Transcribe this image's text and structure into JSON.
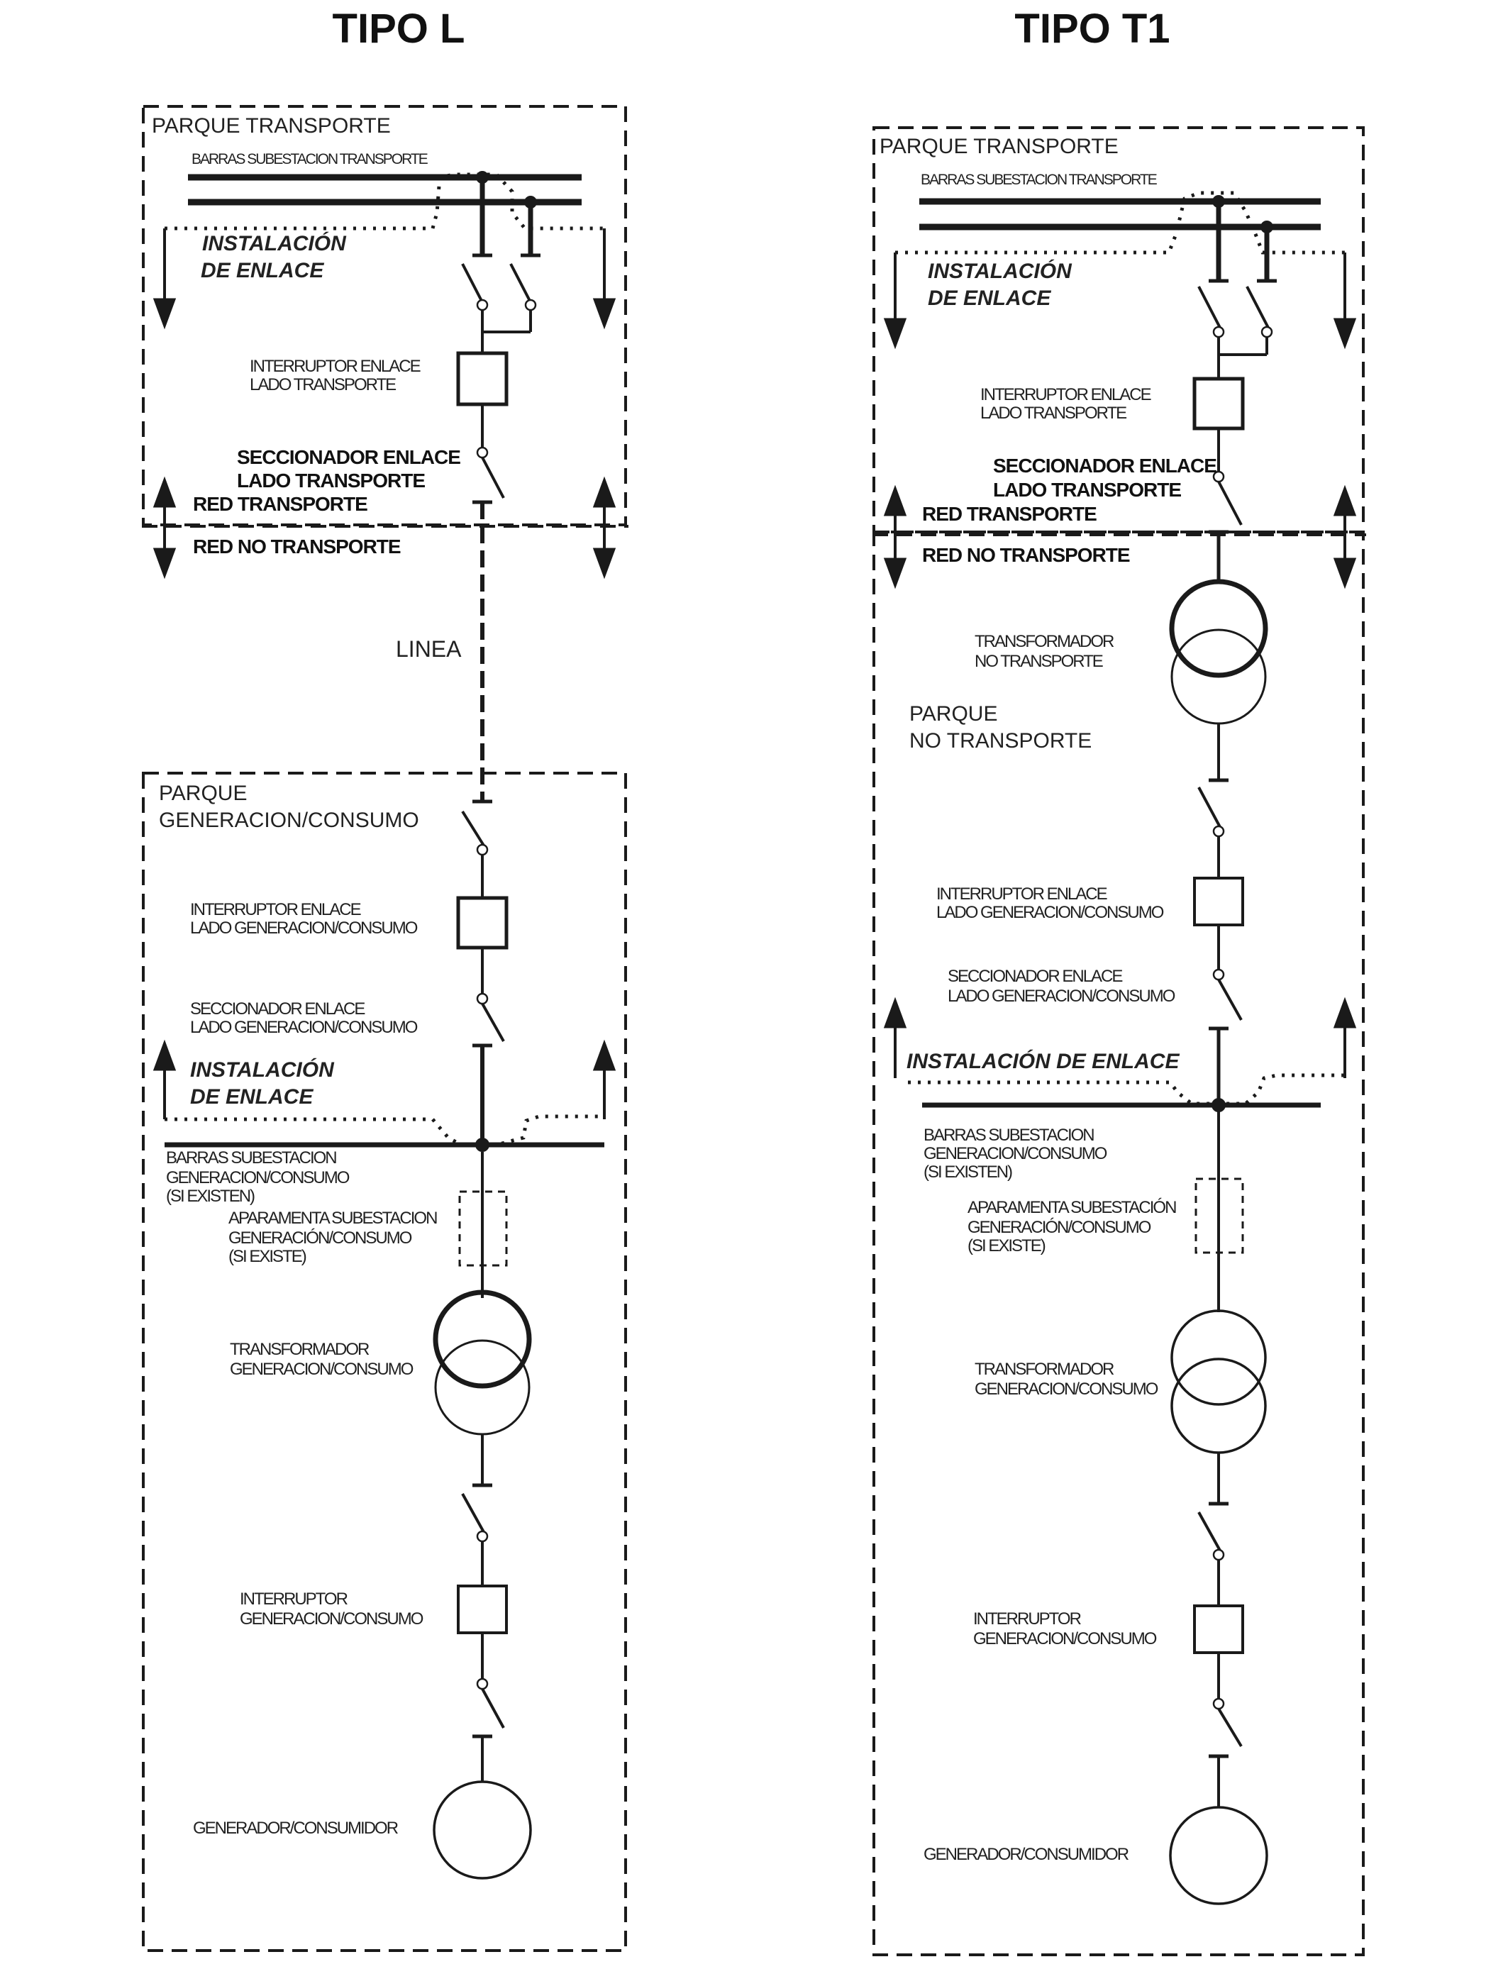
{
  "left": {
    "title": "TIPO L",
    "parque_transporte": "PARQUE TRANSPORTE",
    "barras_transporte": "BARRAS SUBESTACION TRANSPORTE",
    "instalacion_enlace": [
      "INSTALACIÓN",
      "DE ENLACE"
    ],
    "interruptor_transporte": [
      "INTERRUPTOR ENLACE",
      "LADO TRANSPORTE"
    ],
    "seccionador_transporte": [
      "SECCIONADOR ENLACE",
      "LADO TRANSPORTE"
    ],
    "red_transporte": "RED TRANSPORTE",
    "red_no_transporte": "RED NO TRANSPORTE",
    "linea": "LINEA",
    "parque_generacion": [
      "PARQUE",
      "GENERACION/CONSUMO"
    ],
    "interruptor_generacion": [
      "INTERRUPTOR ENLACE",
      "LADO GENERACION/CONSUMO"
    ],
    "seccionador_generacion": [
      "SECCIONADOR ENLACE",
      "LADO GENERACION/CONSUMO"
    ],
    "instalacion_enlace_2": [
      "INSTALACIÓN",
      "DE ENLACE"
    ],
    "barras_generacion": [
      "BARRAS SUBESTACION",
      "GENERACION/CONSUMO",
      "(SI EXISTEN)"
    ],
    "aparamenta": [
      "APARAMENTA SUBESTACION",
      "GENERACIÓN/CONSUMO",
      "(SI EXISTE)"
    ],
    "transformador": [
      "TRANSFORMADOR",
      "GENERACION/CONSUMO"
    ],
    "interruptor": [
      "INTERRUPTOR",
      "GENERACION/CONSUMO"
    ],
    "generador": "GENERADOR/CONSUMIDOR"
  },
  "right": {
    "title": "TIPO T1",
    "parque_transporte": "PARQUE TRANSPORTE",
    "barras_transporte": "BARRAS SUBESTACION TRANSPORTE",
    "instalacion_enlace": [
      "INSTALACIÓN",
      "DE ENLACE"
    ],
    "interruptor_transporte": [
      "INTERRUPTOR ENLACE",
      "LADO TRANSPORTE"
    ],
    "seccionador_transporte": [
      "SECCIONADOR ENLACE",
      "LADO TRANSPORTE"
    ],
    "red_transporte": "RED TRANSPORTE",
    "red_no_transporte": "RED NO TRANSPORTE",
    "transformador_nt": [
      "TRANSFORMADOR",
      "NO TRANSPORTE"
    ],
    "parque_no_transporte": [
      "PARQUE",
      "NO TRANSPORTE"
    ],
    "interruptor_generacion": [
      "INTERRUPTOR ENLACE",
      "LADO GENERACION/CONSUMO"
    ],
    "seccionador_generacion": [
      "SECCIONADOR ENLACE",
      "LADO GENERACION/CONSUMO"
    ],
    "instalacion_enlace_2": "INSTALACIÓN DE ENLACE",
    "barras_generacion": [
      "BARRAS SUBESTACION",
      "GENERACION/CONSUMO",
      "(SI EXISTEN)"
    ],
    "aparamenta": [
      "APARAMENTA SUBESTACIÓN",
      "GENERACIÓN/CONSUMO",
      "(SI EXISTE)"
    ],
    "transformador": [
      "TRANSFORMADOR",
      "GENERACION/CONSUMO"
    ],
    "interruptor": [
      "INTERRUPTOR",
      "GENERACION/CONSUMO"
    ],
    "generador": "GENERADOR/CONSUMIDOR"
  },
  "colors": {
    "ink": "#1a1a1a",
    "dashed": "#3a3a3a"
  }
}
